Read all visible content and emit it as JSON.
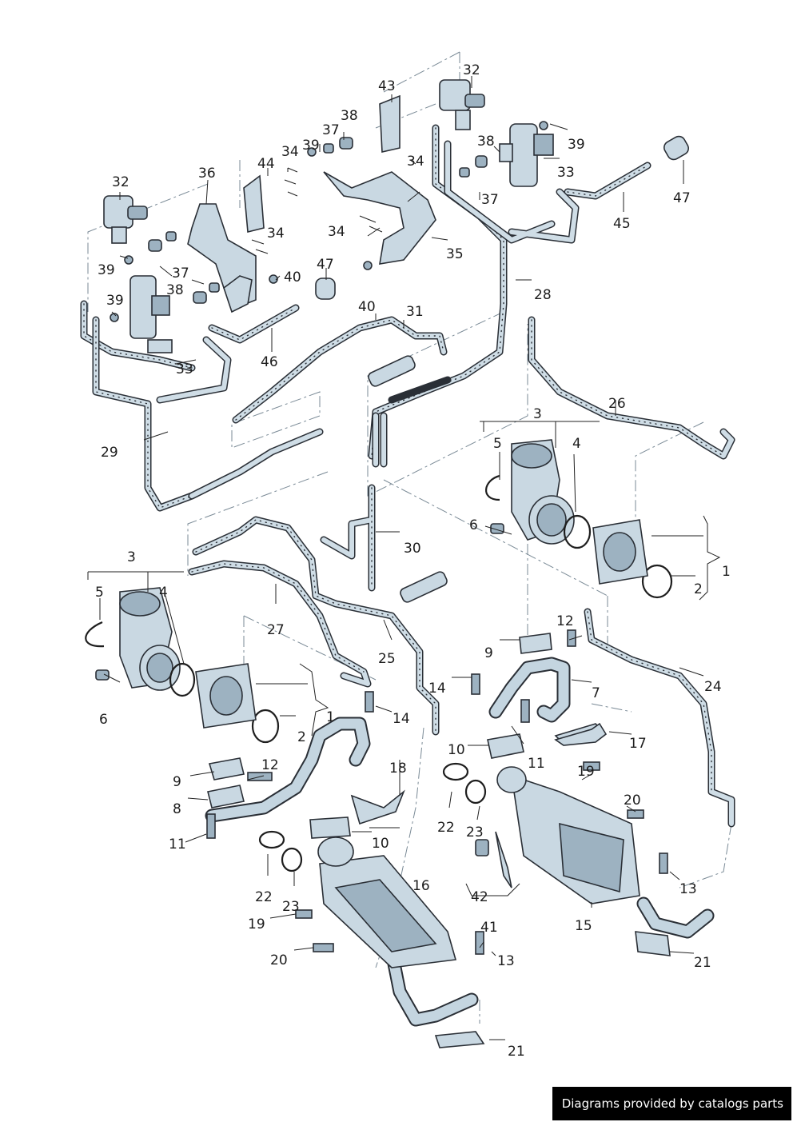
{
  "diagram": {
    "callouts": [
      "1",
      "1",
      "2",
      "2",
      "3",
      "3",
      "4",
      "4",
      "5",
      "5",
      "6",
      "6",
      "7",
      "8",
      "9",
      "9",
      "10",
      "10",
      "11",
      "11",
      "12",
      "12",
      "13",
      "13",
      "14",
      "14",
      "15",
      "16",
      "17",
      "18",
      "19",
      "19",
      "20",
      "20",
      "21",
      "21",
      "22",
      "22",
      "23",
      "23",
      "24",
      "25",
      "26",
      "27",
      "28",
      "29",
      "30",
      "31",
      "32",
      "32",
      "33",
      "33",
      "34",
      "34",
      "34",
      "34",
      "35",
      "36",
      "37",
      "37",
      "37",
      "38",
      "38",
      "38",
      "39",
      "39",
      "39",
      "39",
      "40",
      "40",
      "41",
      "42",
      "43",
      "44",
      "45",
      "46",
      "47",
      "47"
    ]
  },
  "watermark": {
    "text": "Diagrams provided by catalogs parts"
  }
}
